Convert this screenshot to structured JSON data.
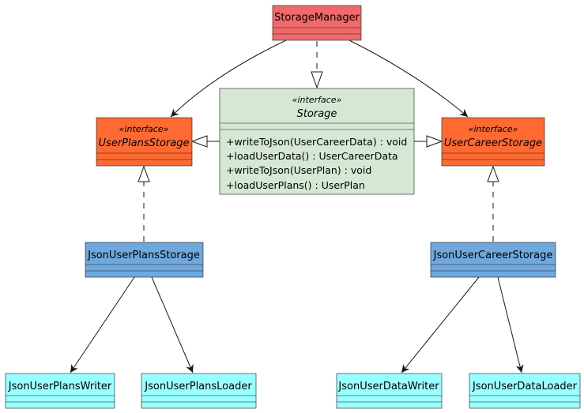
{
  "colors": {
    "manager": "#F06A6A",
    "interface": "#FF6A33",
    "storage": "#D5E8D4",
    "json_storage": "#6FA8DC",
    "json_io": "#99FFFF",
    "line": "#181818"
  },
  "classes": {
    "storage_manager": {
      "name": "StorageManager"
    },
    "storage": {
      "stereotype": "«interface»",
      "name": "Storage",
      "methods": [
        "+writeToJson(UserCareerData) : void",
        "+loadUserData() : UserCareerData",
        "+writeToJson(UserPlan) : void",
        "+loadUserPlans() : UserPlan"
      ]
    },
    "user_plans_storage": {
      "stereotype": "«interface»",
      "name": "UserPlansStorage"
    },
    "user_career_storage": {
      "stereotype": "«interface»",
      "name": "UserCareerStorage"
    },
    "json_user_plans_storage": {
      "name": "JsonUserPlansStorage"
    },
    "json_user_career_storage": {
      "name": "JsonUserCareerStorage"
    },
    "json_user_plans_writer": {
      "name": "JsonUserPlansWriter"
    },
    "json_user_plans_loader": {
      "name": "JsonUserPlansLoader"
    },
    "json_user_data_writer": {
      "name": "JsonUserDataWriter"
    },
    "json_user_data_loader": {
      "name": "JsonUserDataLoader"
    }
  }
}
